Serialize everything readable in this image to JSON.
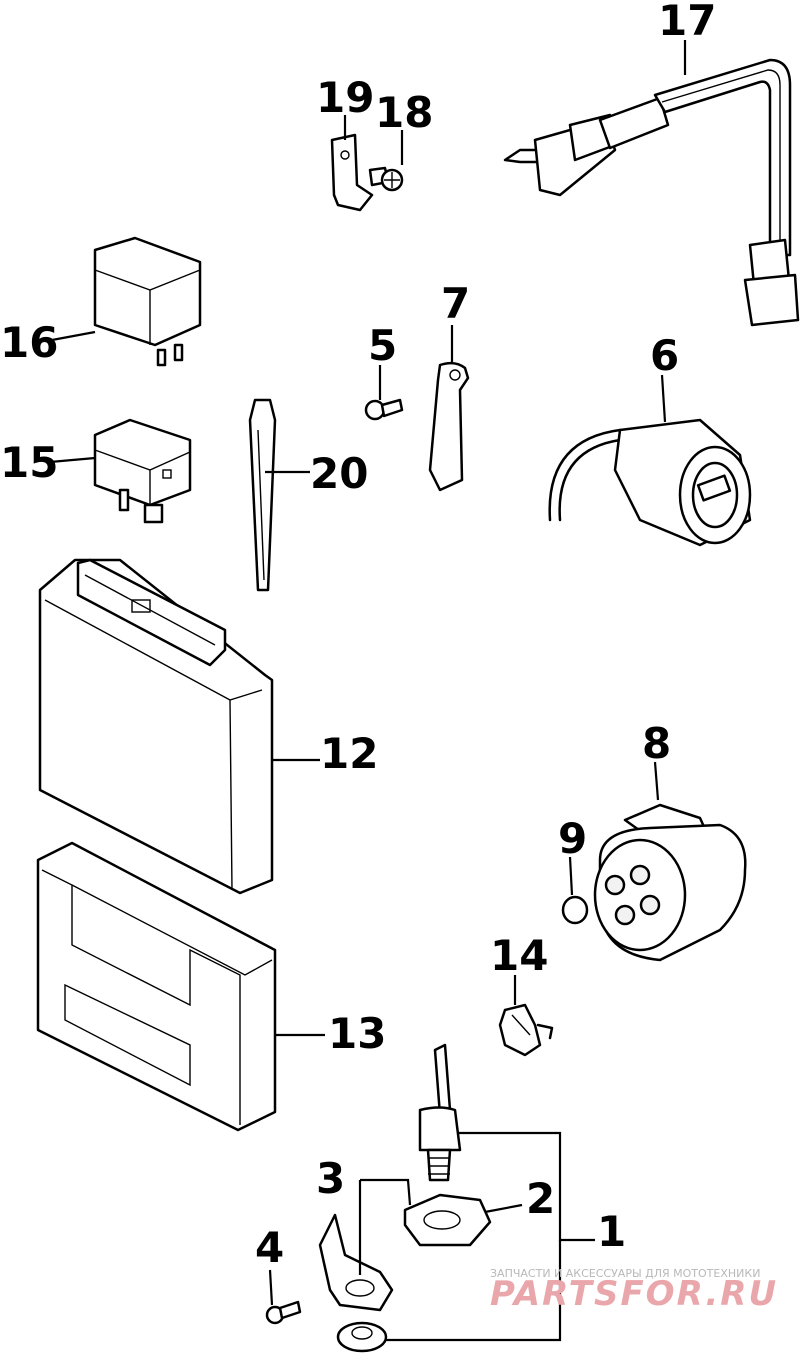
{
  "diagram": {
    "callouts": {
      "c1": "1",
      "c2": "2",
      "c3": "3",
      "c4": "4",
      "c5": "5",
      "c6": "6",
      "c7": "7",
      "c8": "8",
      "c9": "9",
      "c12": "12",
      "c13": "13",
      "c14": "14",
      "c15": "15",
      "c16": "16",
      "c17": "17",
      "c18": "18",
      "c19": "19",
      "c20": "20"
    }
  },
  "watermark": {
    "caption": "ЗАПЧАСТИ И АКСЕССУАРЫ ДЛЯ МОТОТЕХНИКИ",
    "logo": "PARTSFOR.RU",
    "color": "#e9a7ab"
  }
}
